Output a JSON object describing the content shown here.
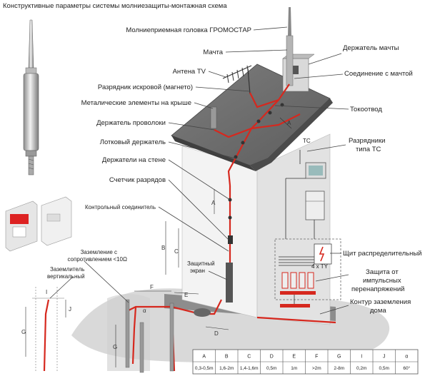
{
  "title": "Конструктивные параметры системы молниезащиты-монтажная схема",
  "labels": {
    "head": "Молниеприемная головка ГРОМОСТАР",
    "mast": "Мачта",
    "mast_holder": "Держатель мачты",
    "antenna": "Антена TV",
    "mast_connection": "Соединение с мачтой",
    "spark_gap": "Разрядник искровой (магнето)",
    "metal_elements": "Металические элементы на крыше",
    "down_conductor": "Токоотвод",
    "wire_holder": "Держатель проволоки",
    "tray_holder": "Лотковый держатель",
    "surge_tc_1": "Разрядники",
    "surge_tc_2": "типа ТС",
    "tc": "TC",
    "wall_holders": "Держатели на стене",
    "counter": "Счетчик разрядов",
    "control_joint": "Контрольный соединитель",
    "grounding_1": "Заземление с",
    "grounding_2": "сопротивлением <10Ω",
    "vertical_1": "Заземлитель",
    "vertical_2": "вертикальный",
    "screen_1": "Защитный",
    "screen_2": "экран",
    "panel": "Щит распределительный",
    "surge_1": "Защита от",
    "surge_2": "импульсных",
    "surge_3": "перенапряжений",
    "surge_ty": "4 x TY",
    "contour_1": "Контур заземления",
    "contour_2": "дома"
  },
  "dims": {
    "A": "A",
    "B": "B",
    "C": "C",
    "D": "D",
    "E": "E",
    "F": "F",
    "G": "G",
    "I": "I",
    "J": "J",
    "alpha": "α"
  },
  "table": {
    "headers": [
      "A",
      "B",
      "C",
      "D",
      "E",
      "F",
      "G",
      "I",
      "J",
      "α"
    ],
    "values": [
      "0,3-0,5m",
      "1,6-2m",
      "1,4-1,6m",
      "0,5m",
      "1m",
      ">2m",
      "2-8m",
      "0,2m",
      "0,5m",
      "60°"
    ]
  },
  "colors": {
    "conductor": "#d6281e",
    "roof": "#6f6f6f",
    "wall": "#eeeeee",
    "ground": "#d9d9d9"
  }
}
